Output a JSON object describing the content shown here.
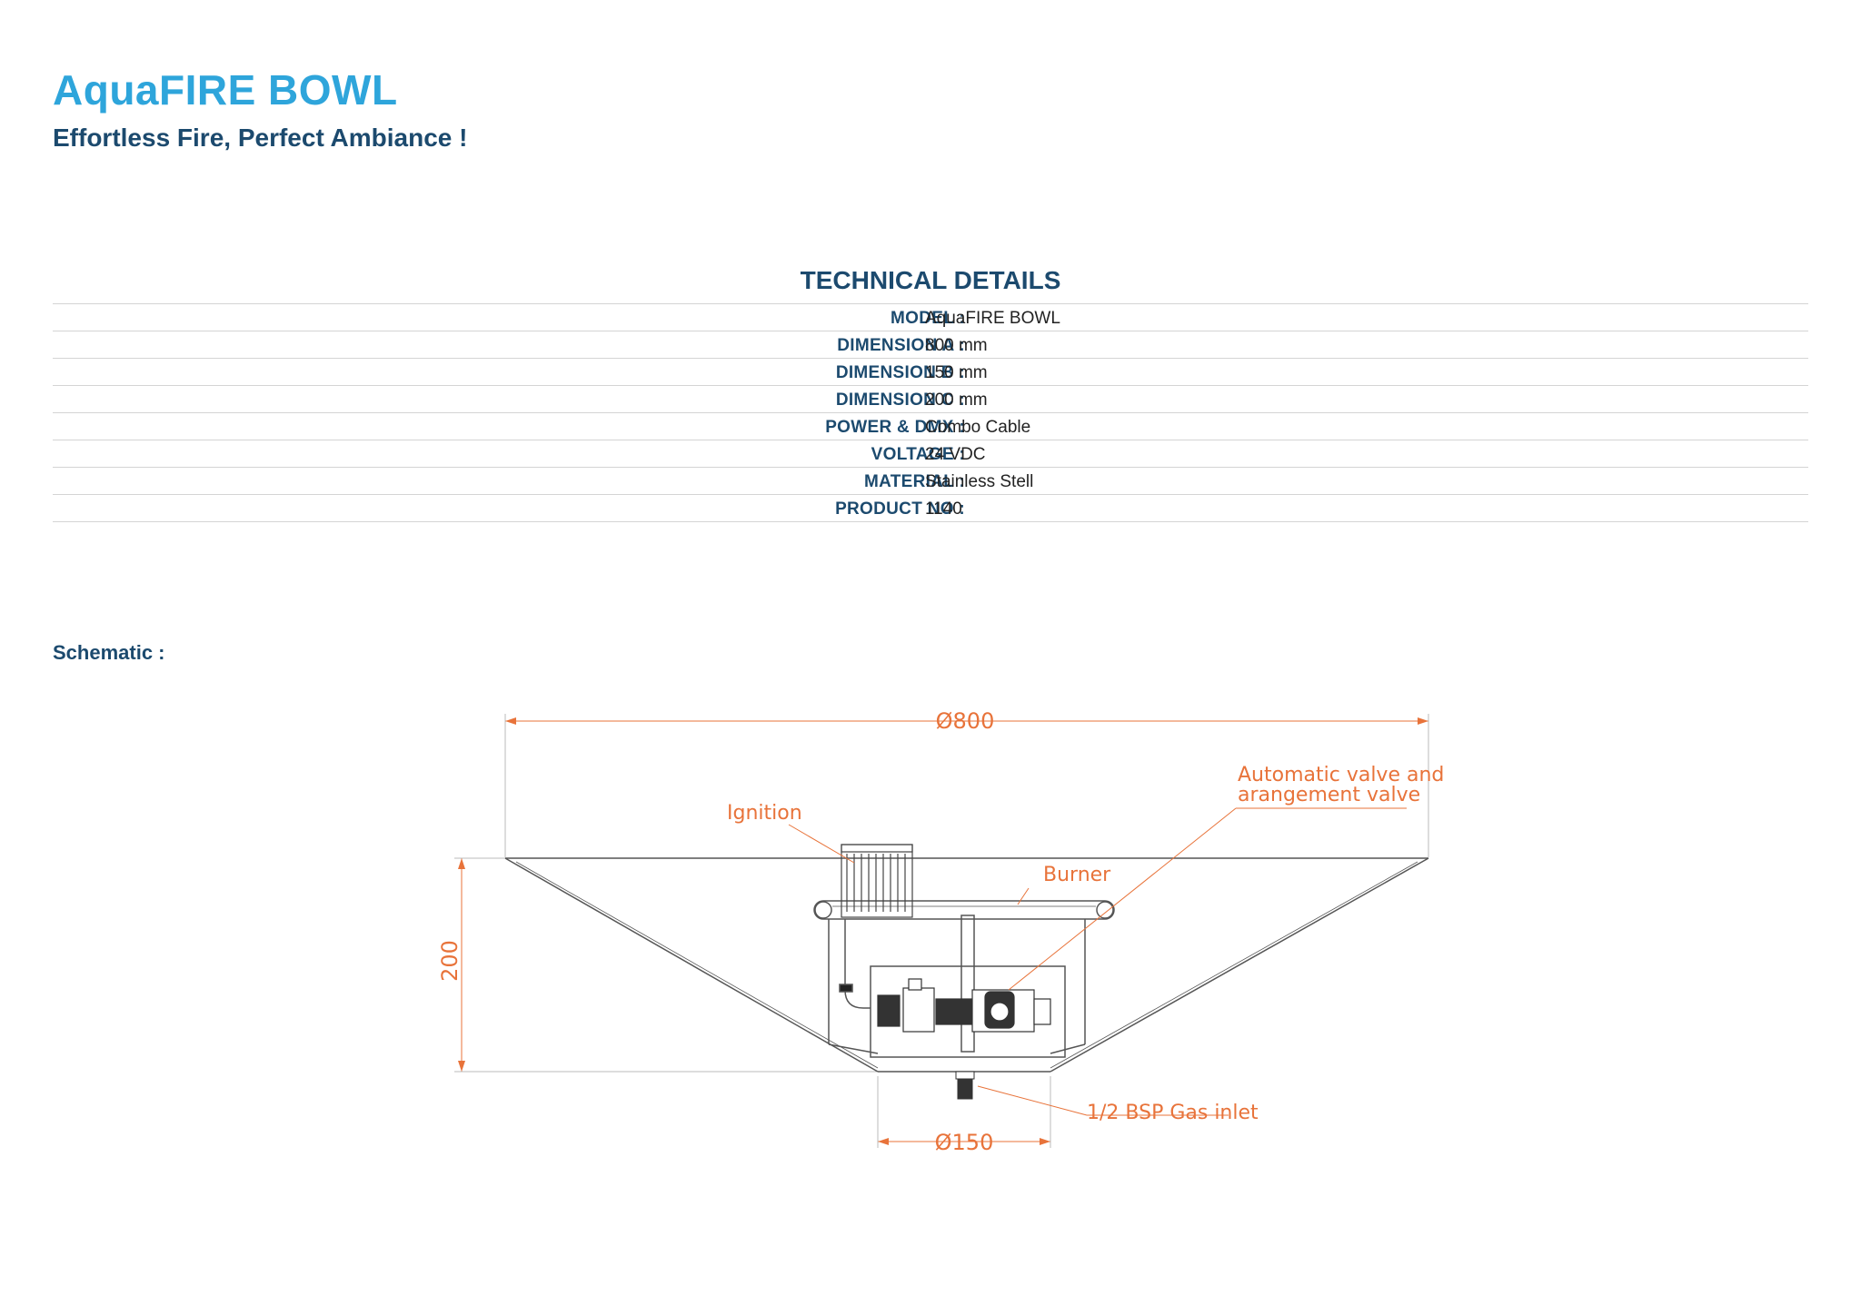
{
  "header": {
    "title": "AquaFIRE BOWL",
    "subtitle": "Effortless Fire, Perfect Ambiance !"
  },
  "technical_details": {
    "heading": "TECHNICAL DETAILS",
    "rows": [
      {
        "label": "MODEL :",
        "value": "AquaFIRE BOWL"
      },
      {
        "label": "DIMENSION A :",
        "value": "800 mm"
      },
      {
        "label": "DIMENSION B :",
        "value": "150 mm"
      },
      {
        "label": "DIMENSION C :",
        "value": "200 mm"
      },
      {
        "label": "POWER & DMX :",
        "value": "Combo Cable"
      },
      {
        "label": "VOLTAGE :",
        "value": "24 VDC"
      },
      {
        "label": "MATERIAL :",
        "value": "Stainless Stell"
      },
      {
        "label": "PRODUCT NO :",
        "value": "1140"
      }
    ]
  },
  "schematic": {
    "label": "Schematic :",
    "dimensions": {
      "top_diameter": "Ø800",
      "bottom_diameter": "Ø150",
      "height": "200"
    },
    "annotations": {
      "ignition": "Ignition",
      "burner": "Burner",
      "valve_line1": "Automatic valve and",
      "valve_line2": "arangement valve",
      "gas_inlet": "1/2 BSP Gas inlet"
    }
  },
  "colors": {
    "title": "#2ea5db",
    "heading": "#1c4a6e",
    "annotation": "#e8733a",
    "line": "#555555"
  }
}
